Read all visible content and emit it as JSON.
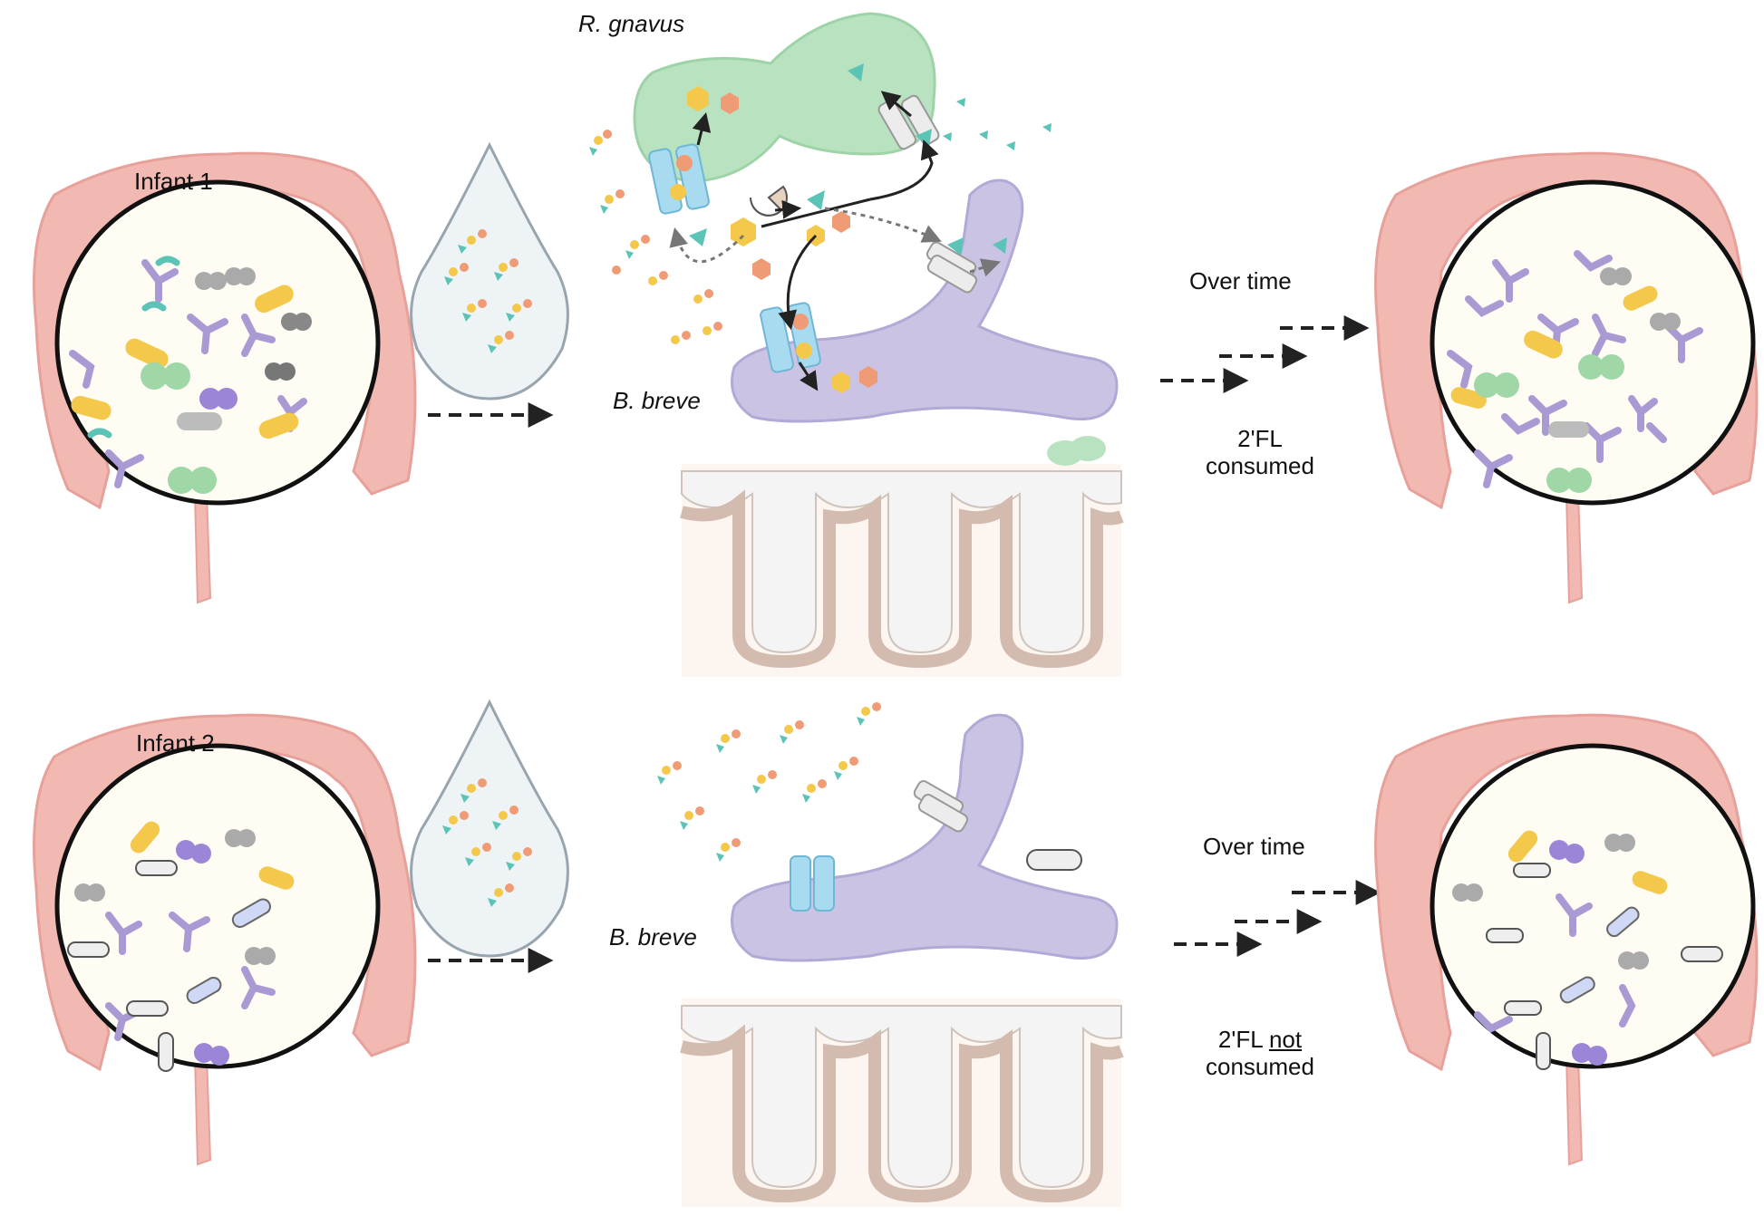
{
  "panel_top": {
    "infant_label": "Infant 1",
    "organism_a": "R. gnavus",
    "organism_b": "B. breve",
    "over_time": "Over time",
    "result_line1": "2'FL",
    "result_line2": "consumed"
  },
  "panel_bottom": {
    "infant_label": "Infant 2",
    "organism_b": "B. breve",
    "over_time": "Over time",
    "result_line1_pre": "2'FL ",
    "result_line1_emph": "not",
    "result_line2": "consumed"
  },
  "colors": {
    "colon": "#f2b8b2",
    "colon_stroke": "#e7a19a",
    "gut_bg": "#fefcf3",
    "b_breve": "#cbc3e4",
    "r_gnavus": "#b9e3c0",
    "transporter": "#a9dbf0",
    "fucose": "#5cc4b6",
    "galactose": "#f4c84a",
    "glucose": "#ef9b76",
    "arrow": "#222222"
  },
  "icons": {
    "milk": "milk-drop-icon",
    "colon": "colon-icon",
    "enzyme": "fucosidase-enzyme-icon",
    "transporter": "membrane-transporter-icon"
  }
}
